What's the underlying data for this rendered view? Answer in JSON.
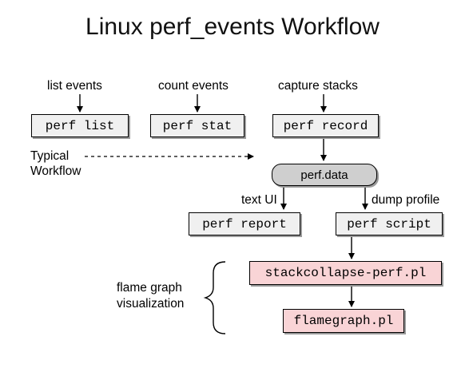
{
  "title": "Linux perf_events Workflow",
  "labels": {
    "list_events": "list events",
    "count_events": "count events",
    "capture_stacks": "capture stacks",
    "typical_workflow_line1": "Typical",
    "typical_workflow_line2": "Workflow",
    "text_ui": "text UI",
    "dump_profile": "dump profile",
    "flame_graph_line1": "flame graph",
    "flame_graph_line2": "visualization"
  },
  "nodes": {
    "perf_list": "perf list",
    "perf_stat": "perf stat",
    "perf_record": "perf record",
    "perf_data": "perf.data",
    "perf_report": "perf report",
    "perf_script": "perf script",
    "stackcollapse": "stackcollapse-perf.pl",
    "flamegraph": "flamegraph.pl"
  },
  "colors": {
    "command_box": "#f0f0f0",
    "data_pill": "#cfcfcf",
    "visualization_box": "#f9d4d6"
  }
}
